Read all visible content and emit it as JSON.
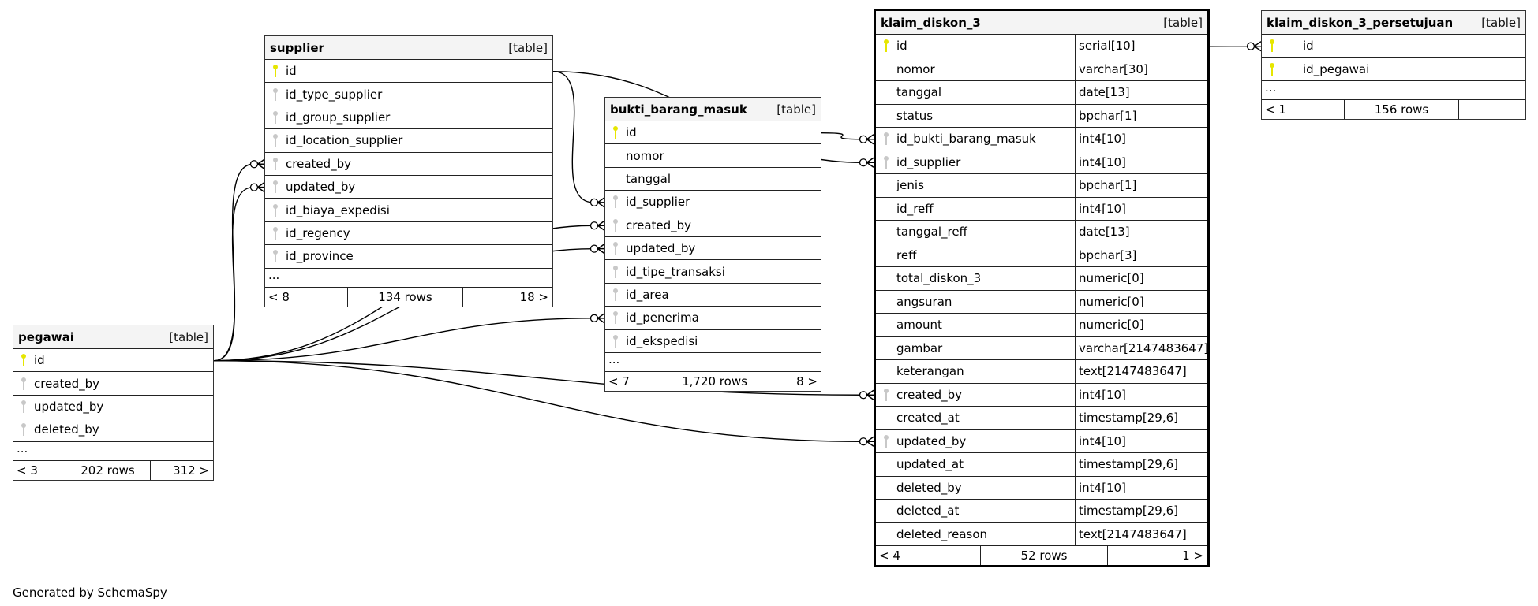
{
  "diagram": {
    "credit": "Generated by SchemaSpy",
    "colors": {
      "primary_key": "#e6e600",
      "foreign_key": "#c8c8c8",
      "header_bg": "#f4f4f4",
      "line": "#000000"
    },
    "tables": {
      "pegawai": {
        "name": "pegawai",
        "kind": "[table]",
        "columns": [
          {
            "name": "id",
            "key": "pk"
          },
          {
            "name": "created_by",
            "key": "fk"
          },
          {
            "name": "updated_by",
            "key": "fk"
          },
          {
            "name": "deleted_by",
            "key": "fk"
          }
        ],
        "more": "...",
        "footer": {
          "parents": "< 3",
          "rows": "202 rows",
          "children": "312 >"
        }
      },
      "supplier": {
        "name": "supplier",
        "kind": "[table]",
        "columns": [
          {
            "name": "id",
            "key": "pk"
          },
          {
            "name": "id_type_supplier",
            "key": "fk"
          },
          {
            "name": "id_group_supplier",
            "key": "fk"
          },
          {
            "name": "id_location_supplier",
            "key": "fk"
          },
          {
            "name": "created_by",
            "key": "fk"
          },
          {
            "name": "updated_by",
            "key": "fk"
          },
          {
            "name": "id_biaya_expedisi",
            "key": "fk"
          },
          {
            "name": "id_regency",
            "key": "fk"
          },
          {
            "name": "id_province",
            "key": "fk"
          }
        ],
        "more": "...",
        "footer": {
          "parents": "< 8",
          "rows": "134 rows",
          "children": "18 >"
        }
      },
      "bukti_barang_masuk": {
        "name": "bukti_barang_masuk",
        "kind": "[table]",
        "columns": [
          {
            "name": "id",
            "key": "pk"
          },
          {
            "name": "nomor",
            "key": ""
          },
          {
            "name": "tanggal",
            "key": ""
          },
          {
            "name": "id_supplier",
            "key": "fk"
          },
          {
            "name": "created_by",
            "key": "fk"
          },
          {
            "name": "updated_by",
            "key": "fk"
          },
          {
            "name": "id_tipe_transaksi",
            "key": "fk"
          },
          {
            "name": "id_area",
            "key": "fk"
          },
          {
            "name": "id_penerima",
            "key": "fk"
          },
          {
            "name": "id_ekspedisi",
            "key": "fk"
          }
        ],
        "more": "...",
        "footer": {
          "parents": "< 7",
          "rows": "1,720 rows",
          "children": "8 >"
        }
      },
      "klaim_diskon_3": {
        "name": "klaim_diskon_3",
        "kind": "[table]",
        "columns": [
          {
            "name": "id",
            "type": "serial[10]",
            "key": "pk"
          },
          {
            "name": "nomor",
            "type": "varchar[30]",
            "key": ""
          },
          {
            "name": "tanggal",
            "type": "date[13]",
            "key": ""
          },
          {
            "name": "status",
            "type": "bpchar[1]",
            "key": ""
          },
          {
            "name": "id_bukti_barang_masuk",
            "type": "int4[10]",
            "key": "fk"
          },
          {
            "name": "id_supplier",
            "type": "int4[10]",
            "key": "fk"
          },
          {
            "name": "jenis",
            "type": "bpchar[1]",
            "key": ""
          },
          {
            "name": "id_reff",
            "type": "int4[10]",
            "key": ""
          },
          {
            "name": "tanggal_reff",
            "type": "date[13]",
            "key": ""
          },
          {
            "name": "reff",
            "type": "bpchar[3]",
            "key": ""
          },
          {
            "name": "total_diskon_3",
            "type": "numeric[0]",
            "key": ""
          },
          {
            "name": "angsuran",
            "type": "numeric[0]",
            "key": ""
          },
          {
            "name": "amount",
            "type": "numeric[0]",
            "key": ""
          },
          {
            "name": "gambar",
            "type": "varchar[2147483647]",
            "key": ""
          },
          {
            "name": "keterangan",
            "type": "text[2147483647]",
            "key": ""
          },
          {
            "name": "created_by",
            "type": "int4[10]",
            "key": "fk"
          },
          {
            "name": "created_at",
            "type": "timestamp[29,6]",
            "key": ""
          },
          {
            "name": "updated_by",
            "type": "int4[10]",
            "key": "fk"
          },
          {
            "name": "updated_at",
            "type": "timestamp[29,6]",
            "key": ""
          },
          {
            "name": "deleted_by",
            "type": "int4[10]",
            "key": ""
          },
          {
            "name": "deleted_at",
            "type": "timestamp[29,6]",
            "key": ""
          },
          {
            "name": "deleted_reason",
            "type": "text[2147483647]",
            "key": ""
          }
        ],
        "footer": {
          "parents": "< 4",
          "rows": "52 rows",
          "children": "1 >"
        }
      },
      "klaim_diskon_3_persetujuan": {
        "name": "klaim_diskon_3_persetujuan",
        "kind": "[table]",
        "columns": [
          {
            "name": "id",
            "key": "pk"
          },
          {
            "name": "id_pegawai",
            "key": "pk"
          }
        ],
        "more": "...",
        "footer": {
          "parents": "< 1",
          "rows": "156 rows",
          "children": ""
        }
      }
    },
    "relationships": [
      {
        "from": "pegawai.id",
        "to": "supplier.created_by"
      },
      {
        "from": "pegawai.id",
        "to": "supplier.updated_by"
      },
      {
        "from": "pegawai.id",
        "to": "bukti_barang_masuk.created_by"
      },
      {
        "from": "pegawai.id",
        "to": "bukti_barang_masuk.updated_by"
      },
      {
        "from": "pegawai.id",
        "to": "bukti_barang_masuk.id_penerima"
      },
      {
        "from": "pegawai.id",
        "to": "klaim_diskon_3.created_by"
      },
      {
        "from": "pegawai.id",
        "to": "klaim_diskon_3.updated_by"
      },
      {
        "from": "supplier.id",
        "to": "bukti_barang_masuk.id_supplier"
      },
      {
        "from": "supplier.id",
        "to": "klaim_diskon_3.id_supplier"
      },
      {
        "from": "bukti_barang_masuk.id",
        "to": "klaim_diskon_3.id_bukti_barang_masuk"
      },
      {
        "from": "klaim_diskon_3.id",
        "to": "klaim_diskon_3_persetujuan.id"
      }
    ]
  }
}
